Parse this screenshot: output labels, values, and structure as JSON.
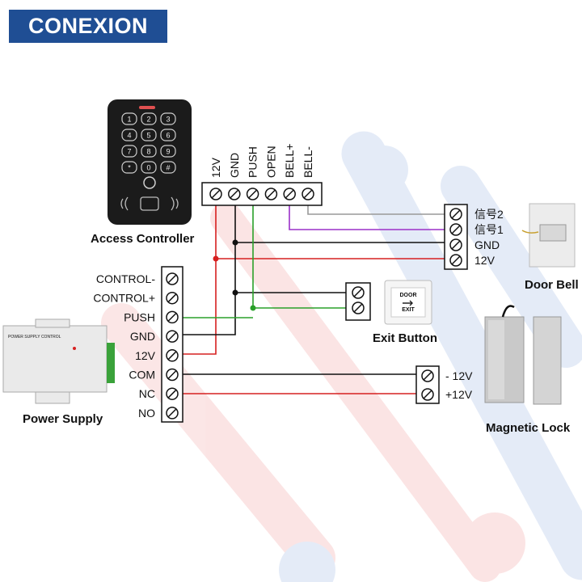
{
  "brand": {
    "logo_text": "CONEXION"
  },
  "components": {
    "access_controller": "Access Controller",
    "door_bell": "Door Bell",
    "exit_button": "Exit Button",
    "power_supply": "Power Supply",
    "magnetic_lock": "Magnetic Lock"
  },
  "controller_terminals": [
    "12V",
    "GND",
    "PUSH",
    "OPEN",
    "BELL+",
    "BELL-"
  ],
  "doorbell_terminals": [
    "信号2",
    "信号1",
    "GND",
    "12V"
  ],
  "power_terminals": [
    "CONTROL-",
    "CONTROL+",
    "PUSH",
    "GND",
    "12V",
    "COM",
    "NC",
    "NO"
  ],
  "lock_terminals": [
    "- 12V",
    "+12V"
  ],
  "keypad_keys": [
    "1",
    "2",
    "3",
    "4",
    "5",
    "6",
    "7",
    "8",
    "9",
    "*",
    "0",
    "#"
  ],
  "psu_label": "POWER SUPPLY CONTROL",
  "door_exit_plate": [
    "DOOR",
    "EXIT"
  ],
  "wire_colors": {
    "power": "#d62020",
    "ground": "#111111",
    "push": "#2aa02a",
    "bell_plus": "#9b30c8",
    "bell_minus": "#999999"
  }
}
